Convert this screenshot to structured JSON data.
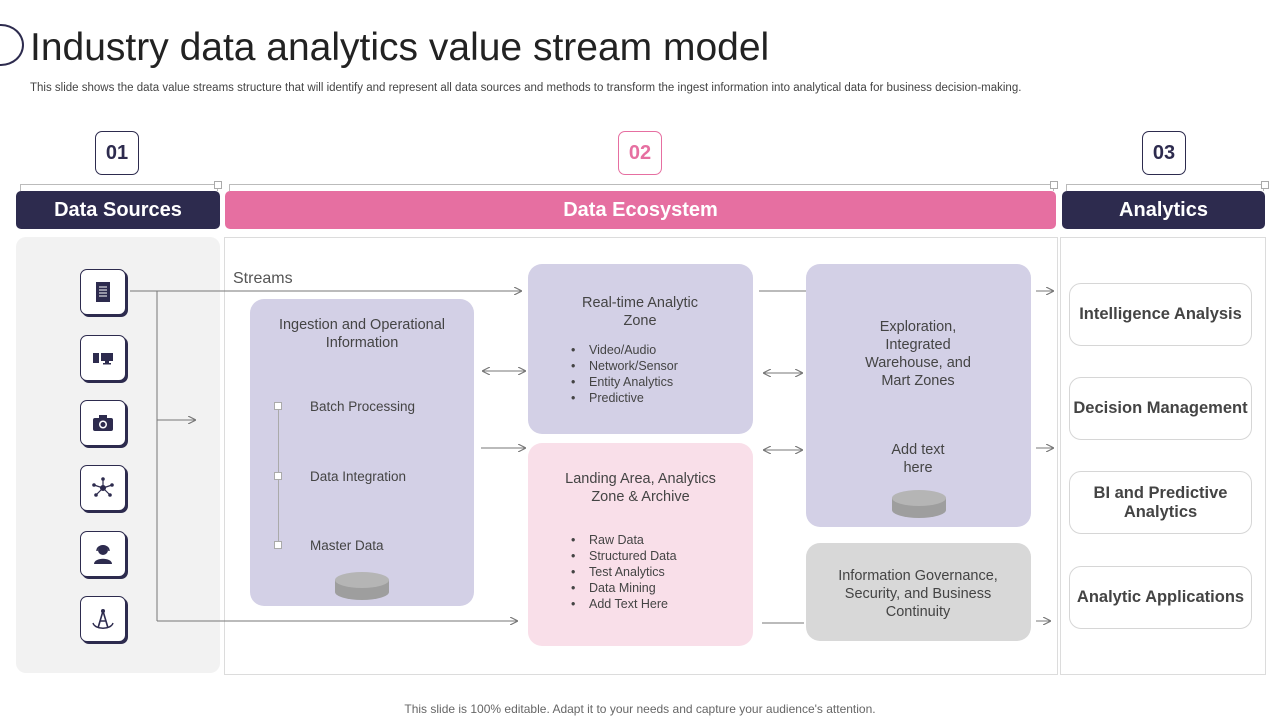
{
  "slide": {
    "title": "Industry data analytics value stream model",
    "subtitle": "This slide shows the data value streams structure that will identify and represent all data sources and methods to transform the ingest information into analytical data for business decision-making.",
    "footer": "This slide is 100% editable. Adapt it to your needs and capture your audience's attention."
  },
  "columns": [
    {
      "number": "01",
      "heading": "Data Sources"
    },
    {
      "number": "02",
      "heading": "Data Ecosystem"
    },
    {
      "number": "03",
      "heading": "Analytics"
    }
  ],
  "sources": {
    "icons": [
      "document-icon",
      "computer-icon",
      "camera-icon",
      "network-icon",
      "support-agent-icon",
      "antenna-icon"
    ]
  },
  "ecosystem": {
    "streams_label": "Streams",
    "ingestion": {
      "title": "Ingestion and Operational Information",
      "items": [
        "Batch Processing",
        "Data Integration",
        "Master Data"
      ]
    },
    "realtime": {
      "title": "Real-time Analytic Zone",
      "items": [
        "Video/Audio",
        "Network/Sensor",
        "Entity Analytics",
        "Predictive"
      ]
    },
    "landing": {
      "title": "Landing Area, Analytics Zone & Archive",
      "items": [
        "Raw Data",
        "Structured Data",
        "Test Analytics",
        "Data Mining",
        "Add Text Here"
      ]
    },
    "exploration": {
      "title": "Exploration, Integrated Warehouse, and Mart Zones",
      "add_text": "Add text here"
    },
    "governance": {
      "title": "Information Governance, Security, and Business Continuity"
    }
  },
  "analytics": {
    "items": [
      "Intelligence Analysis",
      "Decision Management",
      "BI and Predictive Analytics",
      "Analytic Applications"
    ]
  },
  "colors": {
    "navy": "#2d2b4e",
    "pink": "#e66fa1",
    "lavender": "#d3d0e6",
    "light_pink": "#f9dfe9",
    "grey": "#d8d8d8"
  }
}
